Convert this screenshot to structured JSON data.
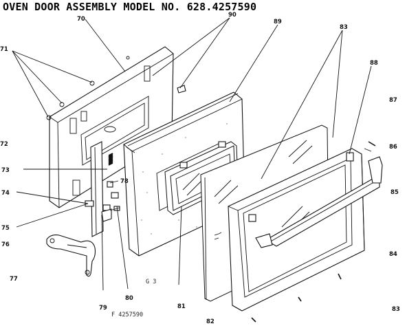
{
  "title": "OVEN DOOR ASSEMBLY MODEL NO. 628.4257590",
  "labels": {
    "p70": "70",
    "p71": "71",
    "p72": "72",
    "p73": "73",
    "p74": "74",
    "p75": "75",
    "p76": "76",
    "p77": "77",
    "p78": "78",
    "p79": "79",
    "p80": "80",
    "p81": "81",
    "p82": "82",
    "p83": "83",
    "p84": "84",
    "p85": "85",
    "p86": "86",
    "p87": "87",
    "p88": "88",
    "p89": "89",
    "p90": "90",
    "p83b": "83"
  },
  "footer": {
    "code": "F 4257590",
    "mark": "G 3"
  }
}
